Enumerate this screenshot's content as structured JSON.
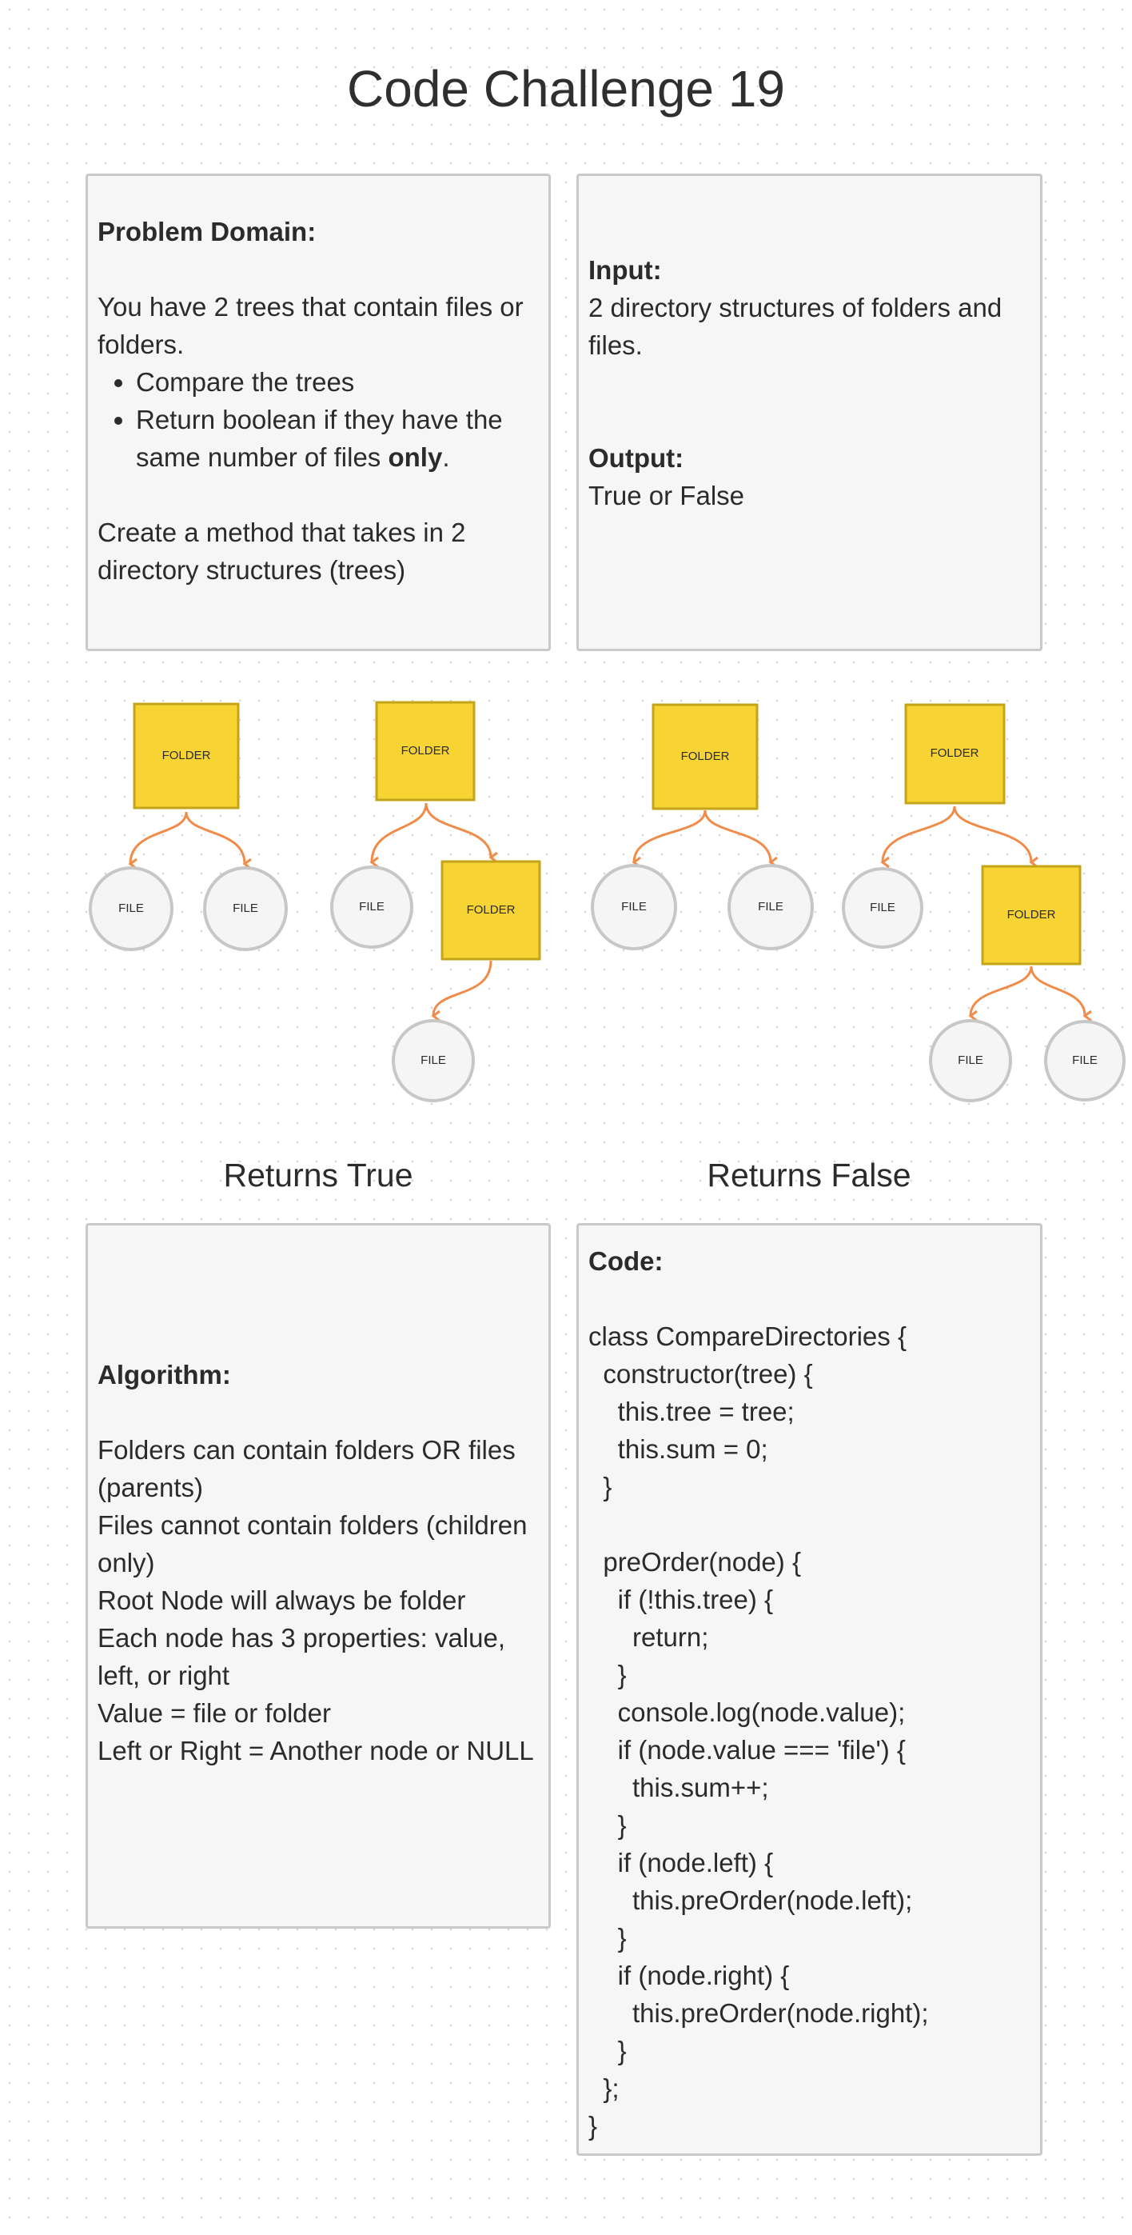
{
  "title": "Code Challenge 19",
  "problem": {
    "heading": "Problem Domain:",
    "intro": "You have 2 trees that contain files or folders.",
    "bullets": [
      {
        "text": "Compare the trees",
        "emphasis": "",
        "suffix": ""
      },
      {
        "text": "Return boolean if they have the same number of files ",
        "emphasis": "only",
        "suffix": "."
      }
    ],
    "closing": "Create a method that takes in 2 directory structures (trees)"
  },
  "io": {
    "input_heading": "Input:",
    "input_text": "2 directory structures of folders and files.",
    "output_heading": "Output:",
    "output_text": "True or False"
  },
  "diagram": {
    "folder_label": "FOLDER",
    "file_label": "FILE",
    "colors": {
      "folder_fill": "#f7d433",
      "folder_border": "#c4a41a",
      "file_fill": "#f5f5f5",
      "file_border": "#c7c7c7",
      "edge": "#f08c4a"
    }
  },
  "captions": {
    "true_label": "Returns True",
    "false_label": "Returns False"
  },
  "algorithm": {
    "heading": "Algorithm:",
    "lines": [
      "Folders can contain folders OR files (parents)",
      "Files cannot contain folders (children only)",
      "Root Node will always be folder",
      "Each node has 3 properties: value, left, or right",
      "Value = file or folder",
      "Left or Right = Another node or NULL"
    ]
  },
  "code": {
    "heading": "Code:",
    "lines": [
      "",
      "class CompareDirectories {",
      "  constructor(tree) {",
      "    this.tree = tree;",
      "    this.sum = 0;",
      "  }",
      "",
      "  preOrder(node) {",
      "    if (!this.tree) {",
      "      return;",
      "    }",
      "    console.log(node.value);",
      "    if (node.value === 'file') {",
      "      this.sum++;",
      "    }",
      "    if (node.left) {",
      "      this.preOrder(node.left);",
      "    }",
      "    if (node.right) {",
      "      this.preOrder(node.right);",
      "    }",
      "  };",
      "}"
    ]
  }
}
